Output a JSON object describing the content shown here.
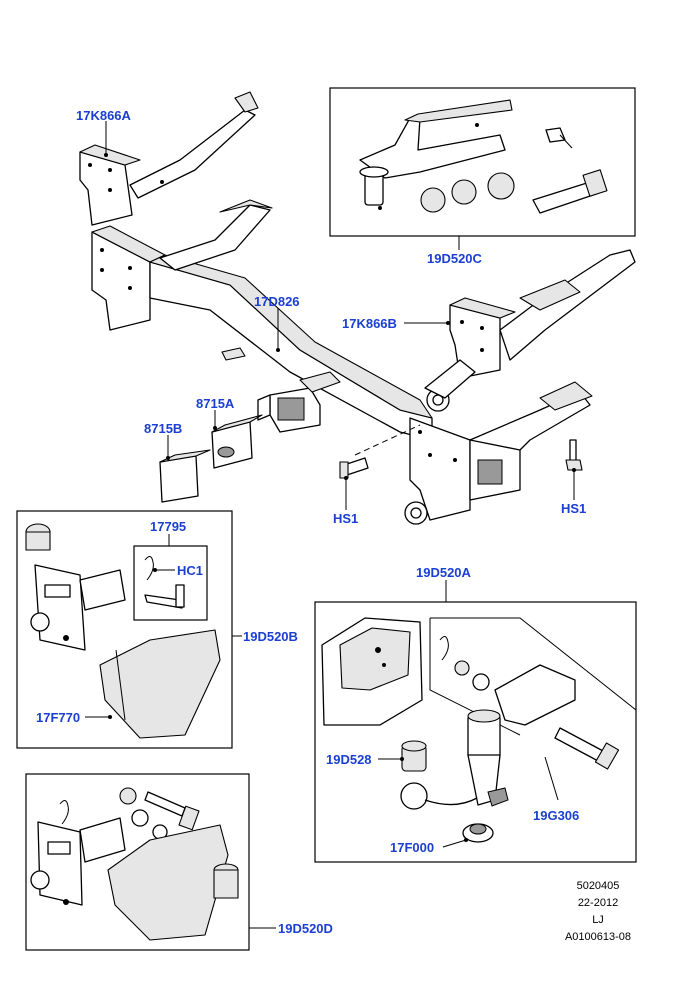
{
  "labels": {
    "17K866A": "17K866A",
    "17D826": "17D826",
    "17K866B": "17K866B",
    "19D520C": "19D520C",
    "8715A": "8715A",
    "8715B": "8715B",
    "HS1_left": "HS1",
    "HS1_right": "HS1",
    "17795": "17795",
    "HC1": "HC1",
    "19D520B": "19D520B",
    "17F770": "17F770",
    "19D520A": "19D520A",
    "19D528": "19D528",
    "19G306": "19G306",
    "17F000": "17F000",
    "19D520D": "19D520D"
  },
  "info": {
    "line1": "5020405",
    "line2": "22-2012",
    "line3": "LJ",
    "line4": "A0100613-08"
  }
}
